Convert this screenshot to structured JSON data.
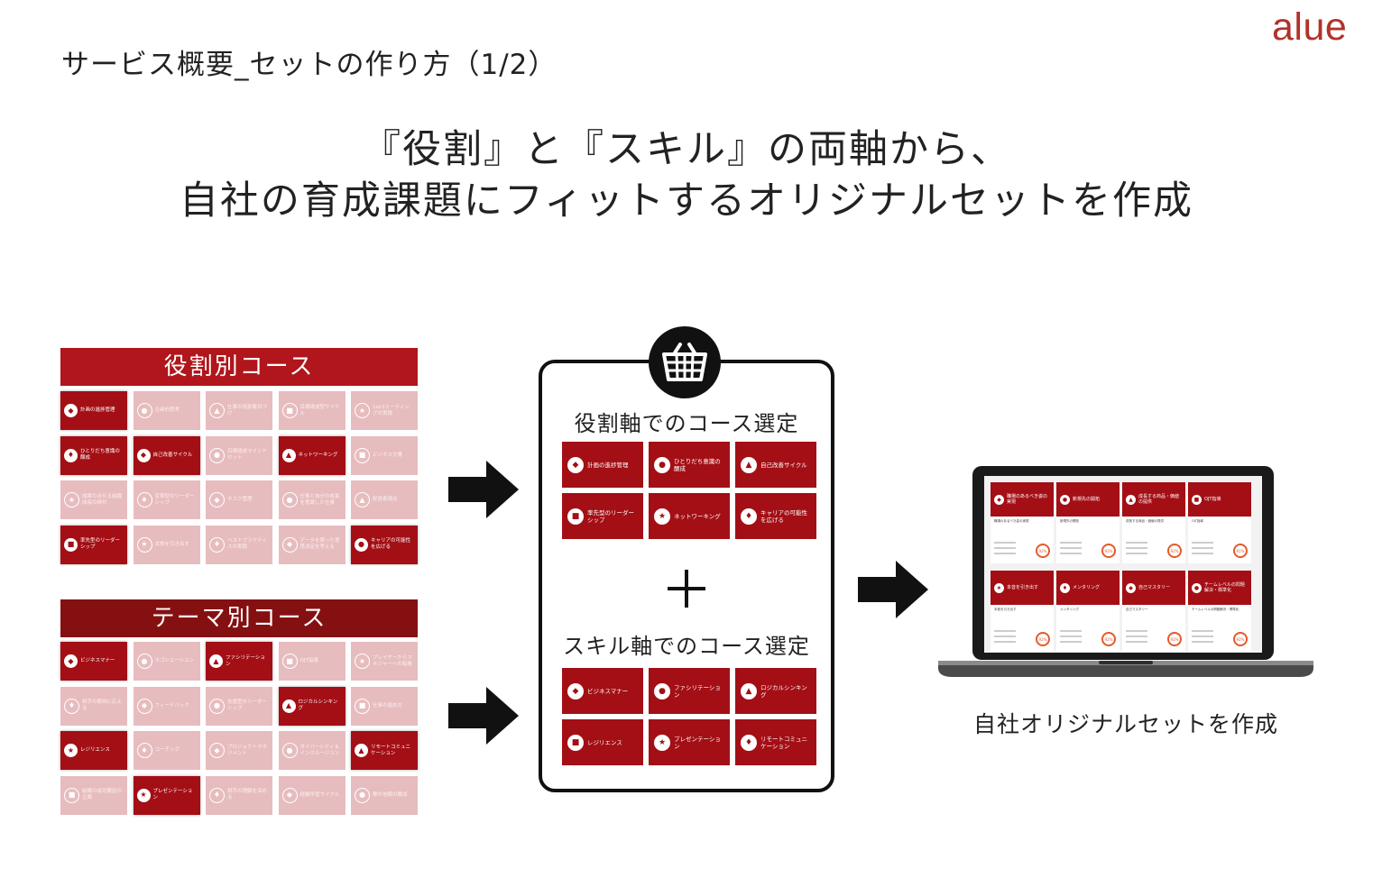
{
  "page_title": "サービス概要_セットの作り方（1/2）",
  "logo": "alue",
  "headline": {
    "line1": "『役割』と『スキル』の両軸から、",
    "line2": "自社の育成課題にフィットするオリジナルセットを作成"
  },
  "role_courses": {
    "header": "役割別コース",
    "tiles": [
      {
        "label": "計画の進捗管理",
        "selected": true
      },
      {
        "label": "企画的思考",
        "selected": false
      },
      {
        "label": "仕事の役割着目づけ",
        "selected": false
      },
      {
        "label": "目標達成型サイクル",
        "selected": false
      },
      {
        "label": "1on1ミーティングの実践",
        "selected": false
      },
      {
        "label": "ひとりだち意識の醸成",
        "selected": true
      },
      {
        "label": "自己改善サイクル",
        "selected": true
      },
      {
        "label": "目標達成マインドセット",
        "selected": false
      },
      {
        "label": "ネットワーキング",
        "selected": true
      },
      {
        "label": "ビジネス文書",
        "selected": false
      },
      {
        "label": "成果の出せる組織成長の時代",
        "selected": false
      },
      {
        "label": "変革型のリーダーシップ",
        "selected": false
      },
      {
        "label": "タスク管理",
        "selected": false
      },
      {
        "label": "仕事と自分の成長を意識した仕事",
        "selected": false
      },
      {
        "label": "経営者視点",
        "selected": false
      },
      {
        "label": "率先型のリーダーシップ",
        "selected": true
      },
      {
        "label": "本質を引き出す",
        "selected": false
      },
      {
        "label": "ベストプラクティスの実践",
        "selected": false
      },
      {
        "label": "データを使った意思決定を考える",
        "selected": false
      },
      {
        "label": "キャリアの可能性を広げる",
        "selected": true
      }
    ]
  },
  "theme_courses": {
    "header": "テーマ別コース",
    "tiles": [
      {
        "label": "ビジネスマナー",
        "selected": true
      },
      {
        "label": "ネゴシエーション",
        "selected": false
      },
      {
        "label": "ファシリテーション",
        "selected": true
      },
      {
        "label": "OJT指導",
        "selected": false
      },
      {
        "label": "プレイヤーからマネジャーへの転換",
        "selected": false
      },
      {
        "label": "相手の期待に応える",
        "selected": false
      },
      {
        "label": "フィードバック",
        "selected": false
      },
      {
        "label": "支援型のリーダーシップ",
        "selected": false
      },
      {
        "label": "ロジカルシンキング",
        "selected": true
      },
      {
        "label": "仕事の進め方",
        "selected": false
      },
      {
        "label": "レジリエンス",
        "selected": true
      },
      {
        "label": "コーチング",
        "selected": false
      },
      {
        "label": "プロジェクトマネジメント",
        "selected": false
      },
      {
        "label": "ダイバーシティ＆インクルージョン",
        "selected": false
      },
      {
        "label": "リモートコミュニケーション",
        "selected": true
      },
      {
        "label": "組織の成功要因の立案",
        "selected": false
      },
      {
        "label": "プレゼンテーション",
        "selected": true
      },
      {
        "label": "相手の理解を深める",
        "selected": false
      },
      {
        "label": "経験学習サイクル",
        "selected": false
      },
      {
        "label": "静の信頼の醸成",
        "selected": false
      }
    ]
  },
  "selection": {
    "role_label": "役割軸でのコース選定",
    "role_tiles": [
      "計画の進捗管理",
      "ひとりだち意識の醸成",
      "自己改善サイクル",
      "率先型のリーダーシップ",
      "ネットワーキング",
      "キャリアの可能性を広げる"
    ],
    "skill_label": "スキル軸でのコース選定",
    "skill_tiles": [
      "ビジネスマナー",
      "ファシリテーション",
      "ロジカルシンキング",
      "レジリエンス",
      "プレゼンテーション",
      "リモートコミュニケーション"
    ]
  },
  "laptop": {
    "cards": [
      {
        "label": "職場のあるべき姿の実現",
        "sub": "職場のあるべき姿の実現",
        "pct": "92%"
      },
      {
        "label": "新規先の開拓",
        "sub": "新規先の開拓",
        "pct": "92%"
      },
      {
        "label": "成長する商品・価値の提供",
        "sub": "成長する商品・価値の提供",
        "pct": "92%"
      },
      {
        "label": "OJT指導",
        "sub": "OJT指導",
        "pct": "91%"
      },
      {
        "label": "本音を引き出す",
        "sub": "本音を引き出す",
        "pct": "92%"
      },
      {
        "label": "メンタリング",
        "sub": "メンタリング",
        "pct": "92%"
      },
      {
        "label": "自己マスタリー",
        "sub": "自己マスタリー",
        "pct": "92%"
      },
      {
        "label": "チームレベルの問題解決・標準化",
        "sub": "チームレベルの問題解決・標準化",
        "pct": "92%"
      }
    ],
    "caption": "自社オリジナルセットを作成"
  },
  "colors": {
    "selected_tile": "#a30f15",
    "unselected_tile": "#e7bcbf",
    "role_header": "#b0161b",
    "theme_header": "#851012",
    "logo": "#b1322a"
  },
  "icons": {
    "basket": "shopping-basket-icon",
    "plus": "plus-icon",
    "arrow": "arrow-right-icon"
  }
}
